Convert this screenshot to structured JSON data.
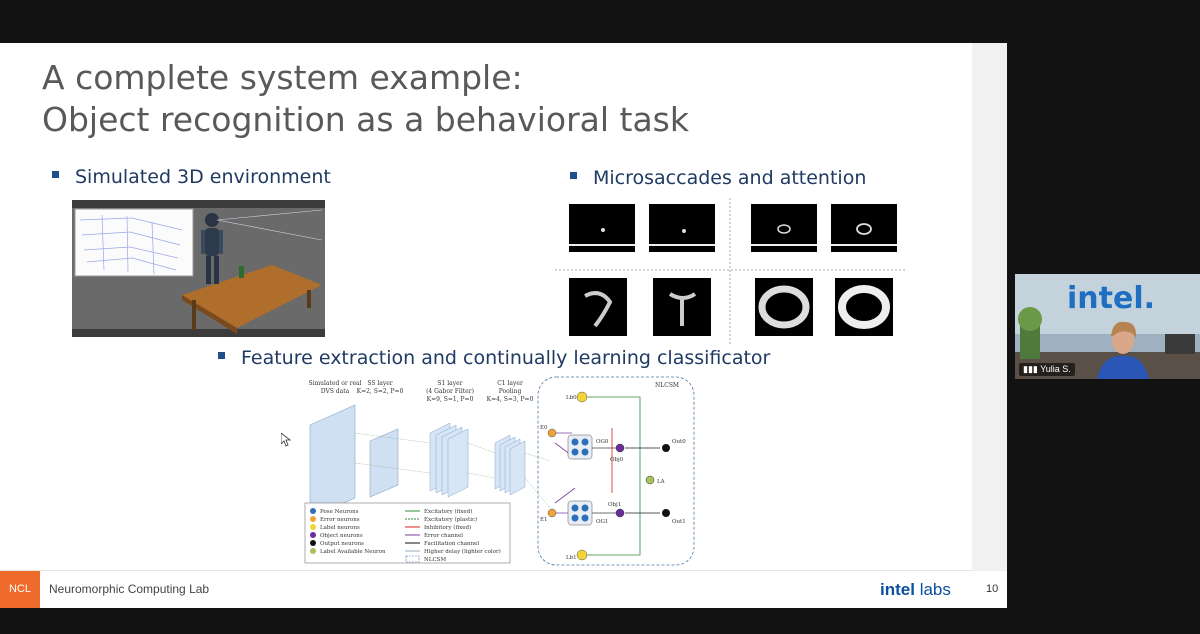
{
  "slide": {
    "title_line1": "A complete system example:",
    "title_line2": "Object recognition as a behavioral task",
    "bullets": {
      "sim": "Simulated 3D environment",
      "micro": "Microsaccades and attention",
      "feature": "Feature extraction and continually learning classificator"
    },
    "diagram": {
      "input_title": "Simulated or real",
      "input_title2": "DVS data",
      "ss_layer": "SS layer",
      "ss_params": "K=2, S=2, P=0",
      "s1_layer": "S1 layer",
      "s1_sub": "(4 Gabor Filter)",
      "s1_params": "K=9, S=1, P=0",
      "c1_layer": "C1 layer",
      "c1_sub": "Pooling",
      "c1_params": "K=4, S=3, P=0",
      "nlcsm": "NLCSM",
      "legend_left": [
        "Pose Neurons",
        "Error neurons",
        "Label neurons",
        "Object neurons",
        "Output neurons",
        "Label Available Neuron"
      ],
      "legend_right": [
        "Excitatory (fixed)",
        "Excitatory (plastic)",
        "Inhibitory (fixed)",
        "Error channel",
        "Facilitation channel",
        "Higher delay (lighter color)",
        "NLCSM"
      ],
      "nodes": {
        "lb0": "Lb0",
        "lb1": "Lb1",
        "e0": "E0",
        "e1": "E1",
        "og0": "OG0",
        "og1": "OG1",
        "obj0": "Obj0",
        "obj1": "Obj1",
        "la": "LA",
        "out0": "Out0",
        "out1": "Out1"
      }
    }
  },
  "footer": {
    "badge": "NCL",
    "lab_name": "Neuromorphic Computing Lab",
    "intel": "intel",
    "labs": "labs",
    "page_number": "10"
  },
  "video": {
    "logo": "intel.",
    "participant_name": "Yulia S."
  },
  "colors": {
    "bullet": "#1f3a63",
    "title": "#595959",
    "ncl_orange": "#ee6b2b",
    "intel_blue": "#0b4fa0"
  }
}
